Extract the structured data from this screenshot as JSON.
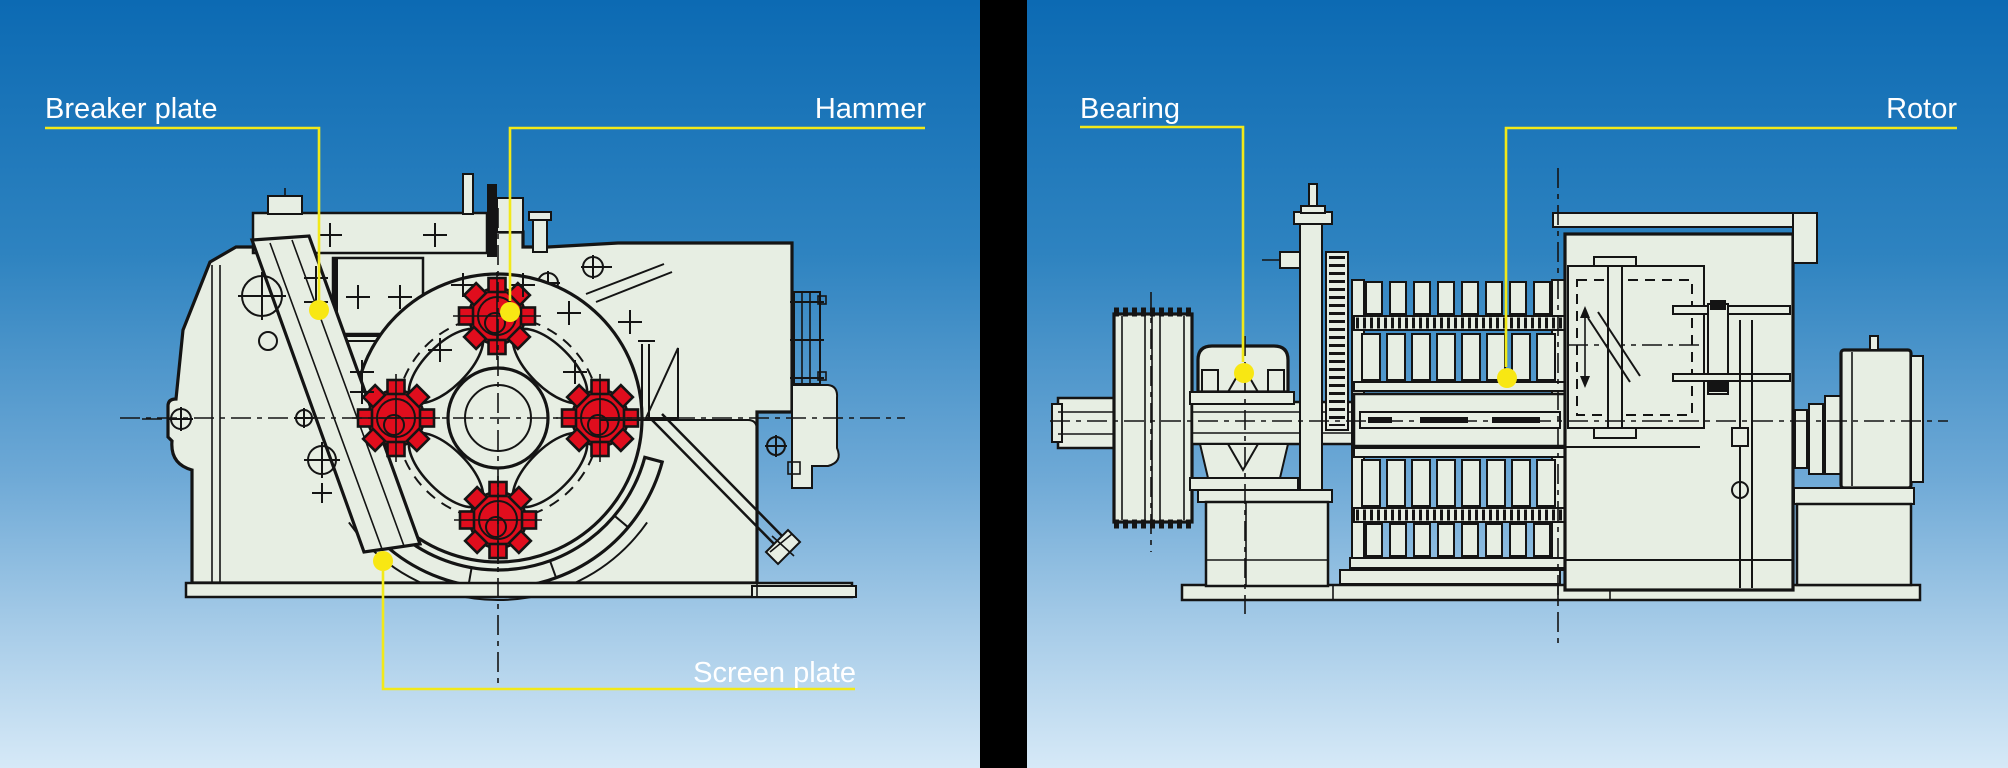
{
  "panels": {
    "cross_section": {
      "view": "hammer-mill cross-section",
      "labels": {
        "breaker_plate": "Breaker plate",
        "hammer": "Hammer",
        "screen_plate": "Screen plate"
      }
    },
    "side_view": {
      "view": "hammer-mill rotor side view",
      "labels": {
        "bearing": "Bearing",
        "rotor": "Rotor"
      }
    }
  },
  "colors": {
    "background_top": "#0c6ab3",
    "background_mid1": "#2e83c0",
    "background_mid2": "#6ea9d6",
    "background_mid3": "#a7cce8",
    "background_bottom": "#d6e9f7",
    "separator": "#000000",
    "label_text": "#ffffff",
    "leader_line": "#f2e919",
    "leader_dot": "#f8e713",
    "drawing_fill": "#e7eee3",
    "drawing_line": "#141414",
    "hammer_red": "#e00d1d"
  }
}
